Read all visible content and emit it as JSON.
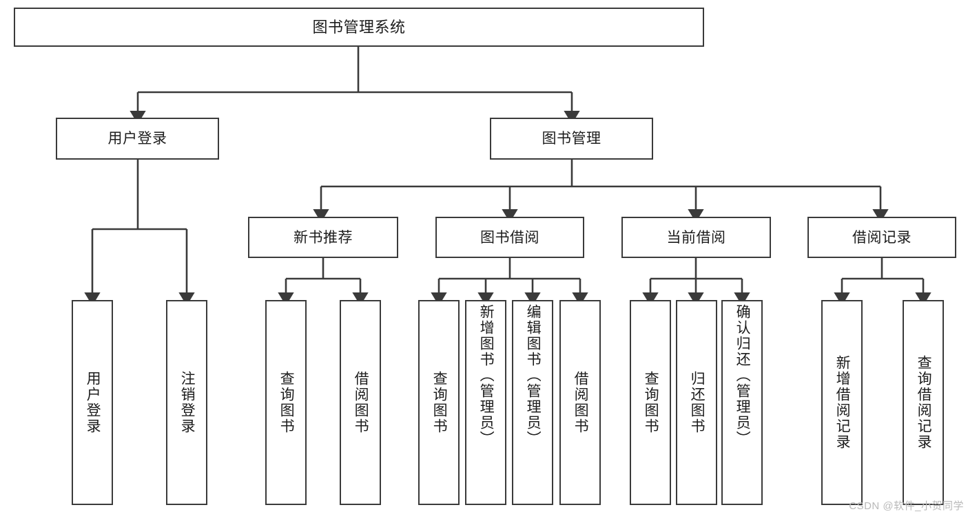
{
  "diagram": {
    "type": "tree-hierarchy",
    "title": "图书管理系统",
    "root": {
      "label": "图书管理系统"
    },
    "level2": [
      {
        "label": "用户登录"
      },
      {
        "label": "图书管理"
      }
    ],
    "level3": [
      {
        "label": "新书推荐"
      },
      {
        "label": "图书借阅"
      },
      {
        "label": "当前借阅"
      },
      {
        "label": "借阅记录"
      }
    ],
    "leaves": {
      "user_login": [
        {
          "label": "用户登录"
        },
        {
          "label": "注销登录"
        }
      ],
      "new_book_recommend": [
        {
          "label": "查询图书"
        },
        {
          "label": "借阅图书"
        }
      ],
      "book_borrow": [
        {
          "label": "查询图书"
        },
        {
          "label": "新增图书（管理员）"
        },
        {
          "label": "编辑图书（管理员）"
        },
        {
          "label": "借阅图书"
        }
      ],
      "current_borrow": [
        {
          "label": "查询图书"
        },
        {
          "label": "归还图书"
        },
        {
          "label": "确认归还（管理员）"
        }
      ],
      "borrow_record": [
        {
          "label": "新增借阅记录"
        },
        {
          "label": "查询借阅记录"
        }
      ]
    },
    "watermark": "CSDN @软件_小贺同学",
    "colors": {
      "stroke": "#3a3a3a",
      "text": "#1c1c1c",
      "background": "#ffffff",
      "watermark": "#b9b9b9"
    }
  }
}
